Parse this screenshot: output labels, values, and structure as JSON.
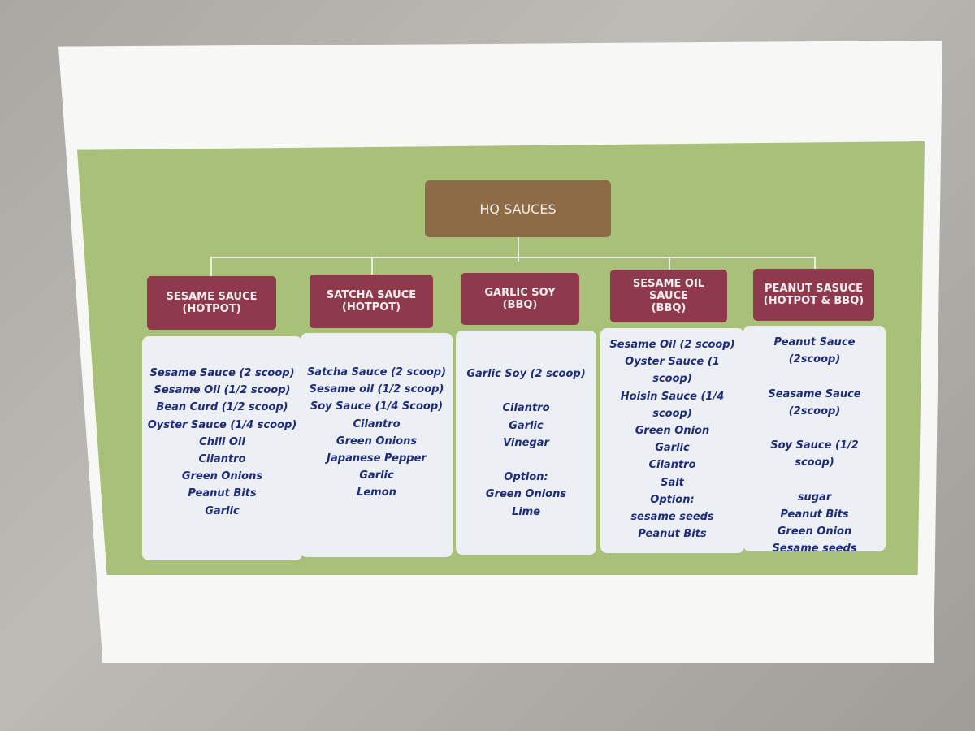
{
  "title": "HQ SAUCES",
  "columns": [
    {
      "header": "SESAME SAUCE\n(HOTPOT)",
      "items": [
        "Sesame Sauce (2 scoop)",
        "Sesame Oil (1/2 scoop)",
        "Bean Curd (1/2 scoop)",
        "Oyster Sauce (1/4 scoop)",
        "Chili Oil",
        "Cilantro",
        "Green Onions",
        "Peanut Bits",
        "Garlic"
      ]
    },
    {
      "header": "SATCHA SAUCE\n(HOTPOT)",
      "items": [
        "Satcha Sauce (2 scoop)",
        "Sesame oil (1/2 scoop)",
        "Soy Sauce (1/4 Scoop)",
        "Cilantro",
        "Green Onions",
        "Japanese Pepper",
        "Garlic",
        "Lemon"
      ]
    },
    {
      "header": "GARLIC SOY\n(BBQ)",
      "items": [
        "Garlic Soy (2 scoop)",
        "",
        "Cilantro",
        "Garlic",
        "Vinegar",
        "",
        "Option:",
        "Green Onions",
        "Lime"
      ]
    },
    {
      "header": "SESAME OIL\nSAUCE\n(BBQ)",
      "items": [
        "Sesame Oil (2 scoop)",
        "Oyster Sauce (1 scoop)",
        "Hoisin Sauce (1/4 scoop)",
        "Green Onion",
        "Garlic",
        "Cilantro",
        "Salt",
        "Option:",
        "sesame seeds",
        "Peanut Bits"
      ]
    },
    {
      "header": "PEANUT SASUCE\n(HOTPOT & BBQ)",
      "items": [
        "Peanut Sauce (2scoop)",
        "",
        "Seasame Sauce (2scoop)",
        "",
        "Soy Sauce (1/2 scoop)",
        "",
        "sugar",
        "Peanut Bits",
        "Green Onion",
        "Sesame seeds"
      ]
    }
  ]
}
